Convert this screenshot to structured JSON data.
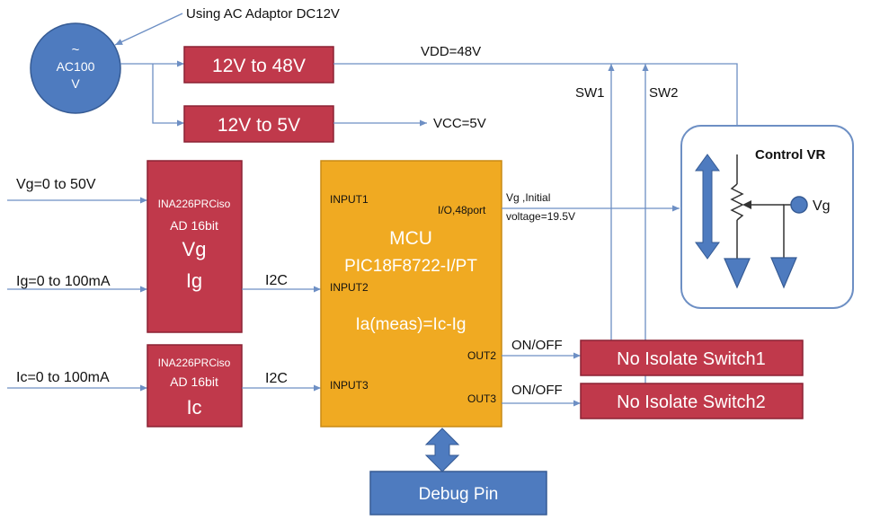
{
  "adaptor_note": "Using AC Adaptor DC12V",
  "ac_source": {
    "symbol": "~",
    "line1": "AC100",
    "line2": "V"
  },
  "converters": {
    "c48": "12V to 48V",
    "c5": "12V to 5V"
  },
  "rails": {
    "vdd": "VDD=48V",
    "vcc": "VCC=5V"
  },
  "switch_labels": {
    "sw1": "SW1",
    "sw2": "SW2"
  },
  "inputs": {
    "vg": "Vg=0 to 50V",
    "ig": "Ig=0 to 100mA",
    "ic": "Ic=0 to 100mA"
  },
  "ina_top": {
    "line1": "INA226PRCiso",
    "line2": "AD 16bit",
    "line3": "Vg",
    "line4": "Ig"
  },
  "ina_bottom": {
    "line1": "INA226PRCiso",
    "line2": "AD 16bit",
    "line3": "Ic"
  },
  "bus": {
    "i2c_top": "I2C",
    "i2c_bottom": "I2C"
  },
  "mcu": {
    "input1": "INPUT1",
    "input2": "INPUT2",
    "input3": "INPUT3",
    "io": "I/O,48port",
    "title": "MCU",
    "part": "PIC18F8722-I/PT",
    "formula": "Ia(meas)=Ic-Ig",
    "out2": "OUT2",
    "out3": "OUT3"
  },
  "vg_note": {
    "line1": "Vg ,Initial",
    "line2": "voltage=19.5V"
  },
  "control_vr": {
    "title": "Control VR",
    "vg": "Vg"
  },
  "switches": {
    "onoff1": "ON/OFF",
    "onoff2": "ON/OFF",
    "s1": "No Isolate Switch1",
    "s2": "No Isolate Switch2"
  },
  "debug": "Debug Pin"
}
